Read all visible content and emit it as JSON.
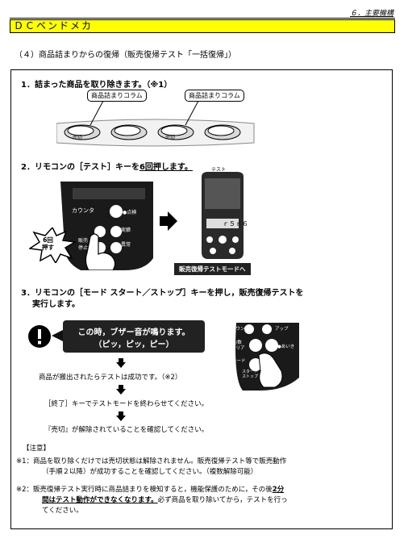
{
  "header": {
    "section_label": "６．主要機構",
    "title": "ＤＣベンドメカ",
    "subheading": "（４）商品詰まりからの復帰（販売復帰テスト「一括復帰」）"
  },
  "step1": {
    "heading": "1．詰まった商品を取り除きます。（※1）",
    "callout_left": "商品詰まりコラム",
    "callout_right": "商品詰まりコラム",
    "btn_label_1": "売切",
    "btn_label_2": "売切"
  },
  "step2": {
    "heading_prefix": "2．リモコンの［テスト］キーを",
    "heading_emph": "6回押します。",
    "press_label": "6回\n押す",
    "remote_count": "カウンタ",
    "remote_check": "●点検",
    "remote_sales": "販売",
    "remote_sales2": "実績",
    "remote_stop": "販売\n停止",
    "remote_alarm": "異常",
    "remote_test": "テスト",
    "display_text": "ｒ５ｒ６",
    "caption": "販売復帰テストモードへ"
  },
  "step3": {
    "heading_line1": "3．リモコンの［モード スタート／ストップ］キーを押し，販売復帰テストを",
    "heading_line2": "実行します。",
    "alert_line1": "この時，ブザー音が鳴ります。",
    "alert_line2": "（ピッ，ピッ，ピー）",
    "flow1": "商品が搬出されたらテストは成功です。（※2）",
    "flow2": "［終了］キーでテストモードを終わらせてください。",
    "flow3": "『売切』が解除されていることを確認してください。",
    "remote_down": "ダウン",
    "remote_up": "アップ",
    "remote_clear": "点/数\nクリア",
    "remote_all": "●あいき",
    "remote_mode": "モード",
    "remote_startstop": "スタート\nストップ"
  },
  "notes": {
    "heading": "【注意】",
    "n1_line1": "※1：商品を取り除くだけでは売切状態は解除されません。販売復帰テスト等で販売動作",
    "n1_line2": "（手順２以降）が成功することを確認してください。（複数解除可能）",
    "n2_line1_a": "※2：販売復帰テスト実行時に商品詰まりを検知すると，機能保護のために，その後",
    "n2_line1_b": "2分",
    "n2_line2_a": "間はテスト動作ができなくなります。",
    "n2_line2_b": "必ず商品を取り除いてから，テストを行っ",
    "n2_line3": "てください。"
  }
}
